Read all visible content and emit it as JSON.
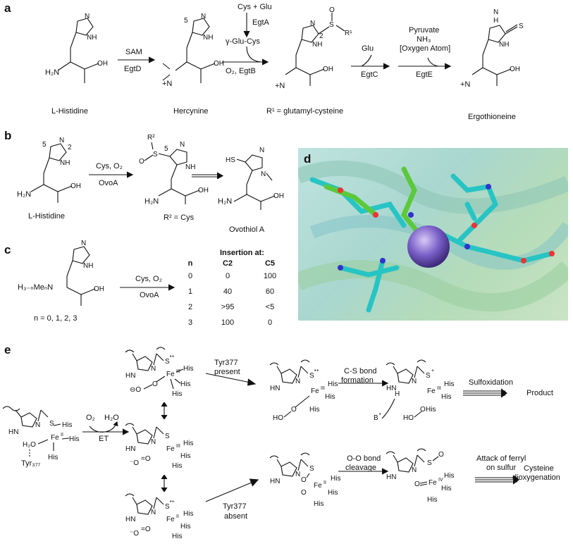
{
  "panels": {
    "a": "a",
    "b": "b",
    "c": "c",
    "d": "d",
    "e": "e"
  },
  "panel_a": {
    "l_histidine": "L-Histidine",
    "sam": "SAM",
    "egtd": "EgtD",
    "hercynine": "Hercynine",
    "cys_glu": "Cys + Glu",
    "egta": "EgtA",
    "gamma_glu_cys": "γ-Glu-Cys",
    "o2_egtb": "O₂, EgtB",
    "r1_def": "R¹ = glutamyl-cysteine",
    "glu": "Glu",
    "egtc": "EgtC",
    "pyruvate": "Pyruvate",
    "nh3": "NH₃",
    "oxygen_atom": "[Oxygen Atom]",
    "egte": "EgtE",
    "ergothioneine": "Ergothioneine"
  },
  "panel_b": {
    "l_histidine": "L-Histidine",
    "cys_o2": "Cys, O₂",
    "ovoa": "OvoA",
    "r2_def": "R² = Cys",
    "ovothiol": "Ovothiol A"
  },
  "panel_c": {
    "cys_o2": "Cys, O₂",
    "ovoa": "OvoA",
    "n_def": "n = 0, 1, 2, 3",
    "table_title": "Insertion at:",
    "headers": [
      "n",
      "C2",
      "C5"
    ],
    "rows": [
      [
        "0",
        "0",
        "100"
      ],
      [
        "1",
        "40",
        "60"
      ],
      [
        "2",
        ">95",
        "<5"
      ],
      [
        "3",
        "100",
        "0"
      ]
    ]
  },
  "panel_e": {
    "o2": "O₂",
    "h2o": "H₂O",
    "et": "ET",
    "tyr_label": "Tyr377",
    "tyr_sub": "Tyr₃₇₇",
    "tyr377_present": "Tyr377",
    "present": "present",
    "tyr377_absent": "Tyr377",
    "absent": "absent",
    "cs_bond": "C-S bond",
    "formation": "formation",
    "sulfoxidation": "Sulfoxidation",
    "product": "Product",
    "oo_bond": "O-O bond",
    "cleavage": "cleavage",
    "attack": "Attack of ferryl",
    "on_sulfur": "on sulfur",
    "cysteine": "Cysteine",
    "dioxygenation": "dioxygenation",
    "his": "His"
  }
}
